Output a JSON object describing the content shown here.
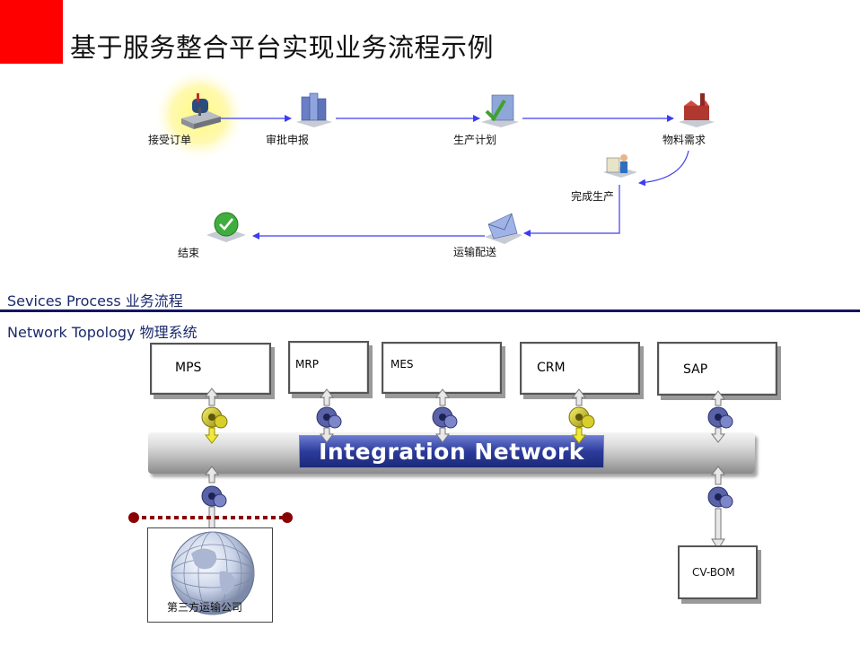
{
  "title": "基于服务整合平台实现业务流程示例",
  "process": {
    "steps": {
      "receive_order": "接受订单",
      "approval": "审批申报",
      "production_plan": "生产计划",
      "material_demand": "物料需求",
      "complete_production": "完成生产",
      "delivery": "运输配送",
      "end": "结束"
    }
  },
  "sections": {
    "services_process": "Sevices Process 业务流程",
    "network_topology": "Network Topology 物理系统"
  },
  "systems": {
    "mps": "MPS",
    "mrp": "MRP",
    "mes": "MES",
    "crm": "CRM",
    "sap": "SAP",
    "cv_bom": "CV-BOM"
  },
  "integration_network": "Integration Network",
  "third_party": "第三方运输公司",
  "colors": {
    "accent_red": "#ff0000",
    "flow_arrow": "#3d3df0",
    "divider": "#141466",
    "network_label": "#2c3b9a",
    "dotted_line": "#8b0000"
  }
}
